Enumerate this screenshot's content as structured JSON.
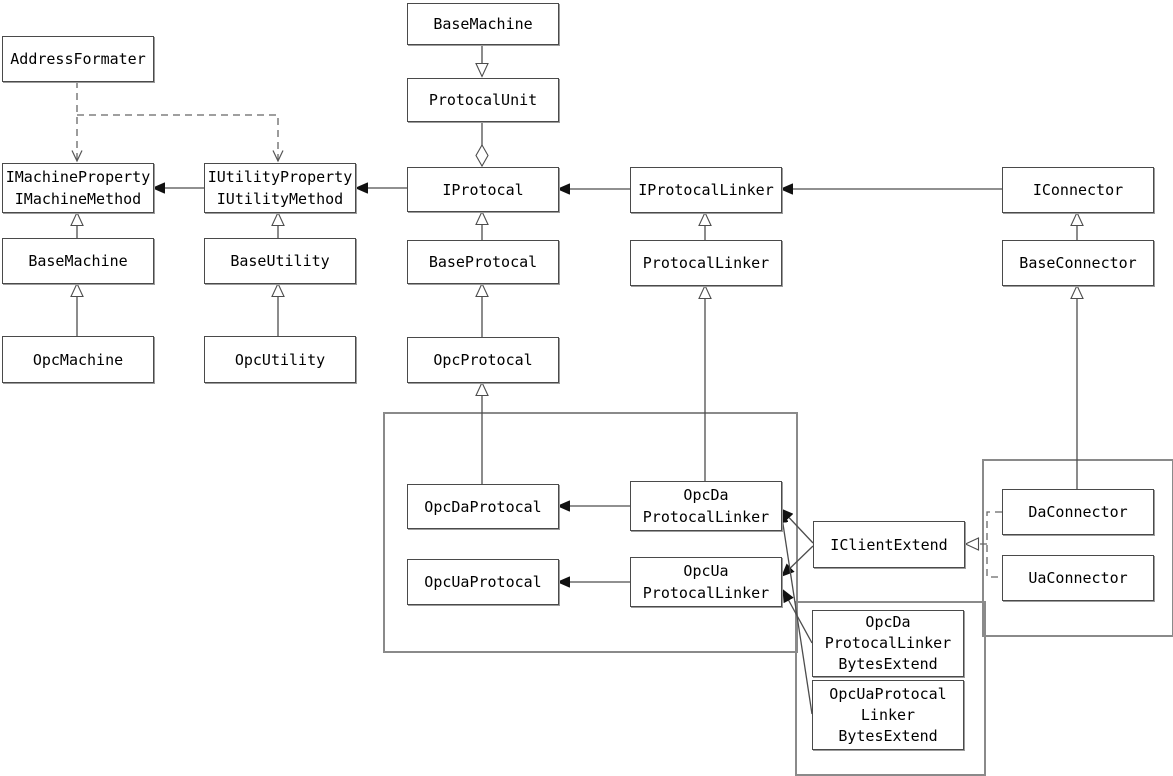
{
  "diagram": {
    "type": "uml-class-diagram",
    "colors": {
      "background": "#ffffff",
      "box_border": "#4a4a4a",
      "container_border": "#8a8a8a",
      "line": "#4d4d4d",
      "dashed_line": "#666666",
      "text": "#000000"
    },
    "boxes": {
      "address_formater": {
        "label": "AddressFormater"
      },
      "imachine": {
        "label": "IMachineProperty\nIMachineMethod"
      },
      "iutility": {
        "label": "IUtilityProperty\nIUtilityMethod"
      },
      "base_machine_left": {
        "label": "BaseMachine"
      },
      "base_utility": {
        "label": "BaseUtility"
      },
      "opc_machine": {
        "label": "OpcMachine"
      },
      "opc_utility": {
        "label": "OpcUtility"
      },
      "base_machine_top": {
        "label": "BaseMachine"
      },
      "protocal_unit": {
        "label": "ProtocalUnit"
      },
      "iprotocal": {
        "label": "IProtocal"
      },
      "base_protocal": {
        "label": "BaseProtocal"
      },
      "opc_protocal": {
        "label": "OpcProtocal"
      },
      "iprotocal_linker": {
        "label": "IProtocalLinker"
      },
      "protocal_linker": {
        "label": "ProtocalLinker"
      },
      "iconnector": {
        "label": "IConnector"
      },
      "base_connector": {
        "label": "BaseConnector"
      },
      "opc_da_protocal": {
        "label": "OpcDaProtocal"
      },
      "opc_ua_protocal": {
        "label": "OpcUaProtocal"
      },
      "opc_da_linker": {
        "label": "OpcDa\nProtocalLinker"
      },
      "opc_ua_linker": {
        "label": "OpcUa\nProtocalLinker"
      },
      "iclient_extend": {
        "label": "IClientExtend"
      },
      "da_connector": {
        "label": "DaConnector"
      },
      "ua_connector": {
        "label": "UaConnector"
      },
      "opc_da_linker_bytes": {
        "label": "OpcDa\nProtocalLinker\nBytesExtend"
      },
      "opc_ua_linker_bytes": {
        "label": "OpcUaProtocal\nLinker\nBytesExtend"
      }
    },
    "relationships": [
      {
        "from": "BaseMachine (top)",
        "to": "ProtocalUnit",
        "type": "inheritance"
      },
      {
        "from": "ProtocalUnit",
        "to": "IProtocal",
        "type": "aggregation"
      },
      {
        "from": "BaseProtocal",
        "to": "IProtocal",
        "type": "inheritance"
      },
      {
        "from": "OpcProtocal",
        "to": "BaseProtocal",
        "type": "inheritance"
      },
      {
        "from": "OpcDaProtocal",
        "to": "OpcProtocal",
        "type": "inheritance"
      },
      {
        "from": "BaseMachine",
        "to": "IMachineProperty IMachineMethod",
        "type": "inheritance"
      },
      {
        "from": "OpcMachine",
        "to": "BaseMachine",
        "type": "inheritance"
      },
      {
        "from": "BaseUtility",
        "to": "IUtilityProperty IUtilityMethod",
        "type": "inheritance"
      },
      {
        "from": "OpcUtility",
        "to": "BaseUtility",
        "type": "inheritance"
      },
      {
        "from": "ProtocalLinker",
        "to": "IProtocalLinker",
        "type": "inheritance"
      },
      {
        "from": "OpcDa ProtocalLinker",
        "to": "ProtocalLinker",
        "type": "inheritance"
      },
      {
        "from": "BaseConnector",
        "to": "IConnector",
        "type": "inheritance"
      },
      {
        "from": "DaConnector",
        "to": "BaseConnector",
        "type": "inheritance"
      },
      {
        "from": "AddressFormater",
        "to": "IMachineProperty IMachineMethod",
        "type": "dependency"
      },
      {
        "from": "AddressFormater",
        "to": "IUtilityProperty IUtilityMethod",
        "type": "dependency"
      },
      {
        "from": "IUtilityProperty IUtilityMethod",
        "to": "IMachineProperty IMachineMethod",
        "type": "association"
      },
      {
        "from": "IProtocal",
        "to": "IUtilityProperty IUtilityMethod",
        "type": "association"
      },
      {
        "from": "IProtocalLinker",
        "to": "IProtocal",
        "type": "association"
      },
      {
        "from": "IConnector",
        "to": "IProtocalLinker",
        "type": "association"
      },
      {
        "from": "OpcDa ProtocalLinker",
        "to": "OpcDaProtocal",
        "type": "association"
      },
      {
        "from": "OpcUa ProtocalLinker",
        "to": "OpcUaProtocal",
        "type": "association"
      },
      {
        "from": "IClientExtend",
        "to": "OpcDa ProtocalLinker",
        "type": "association"
      },
      {
        "from": "IClientExtend",
        "to": "OpcUa ProtocalLinker",
        "type": "association"
      },
      {
        "from": "OpcUaProtocalLinkerBytesExtend",
        "to": "OpcDa ProtocalLinker",
        "type": "association"
      },
      {
        "from": "OpcDaProtocalLinkerBytesExtend",
        "to": "OpcUa ProtocalLinker",
        "type": "association"
      },
      {
        "from": "DaConnector",
        "to": "IClientExtend",
        "type": "realization"
      },
      {
        "from": "UaConnector",
        "to": "IClientExtend",
        "type": "realization"
      }
    ]
  }
}
